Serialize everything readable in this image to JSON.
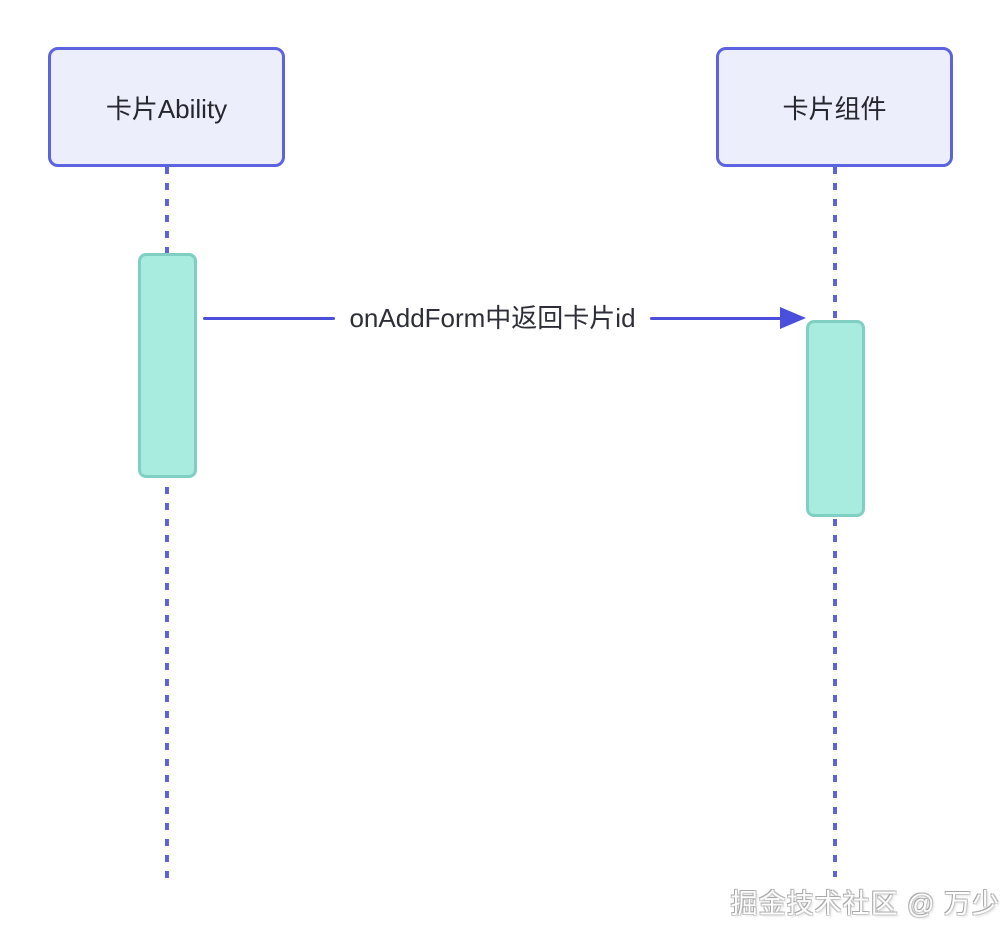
{
  "diagram": {
    "type": "sequence-diagram",
    "actors": [
      {
        "id": "card-ability",
        "label": "卡片Ability"
      },
      {
        "id": "card-component",
        "label": "卡片组件"
      }
    ],
    "messages": [
      {
        "from": "card-ability",
        "to": "card-component",
        "label": "onAddForm中返回卡片id",
        "style": "solid-arrow"
      }
    ],
    "activations": [
      {
        "actor": "card-ability"
      },
      {
        "actor": "card-component"
      }
    ],
    "colors": {
      "actor_border": "#5c63e0",
      "actor_fill": "#edeefb",
      "lifeline": "#5c63e0",
      "arrow": "#4b50dc",
      "activation_fill": "#a7ecdf",
      "activation_border": "#7fd0c3",
      "text": "#2e2e38",
      "background": "#ffffff"
    }
  },
  "watermark": {
    "text": "掘金技术社区 @ 万少"
  }
}
